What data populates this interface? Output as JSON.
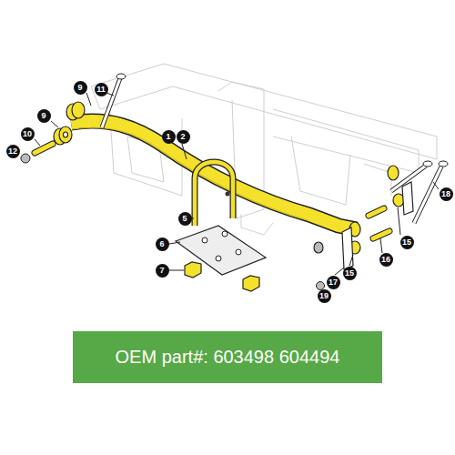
{
  "diagram": {
    "nodes": [
      {
        "text": [
          "OEM part#: 603498 604494"
        ]
      }
    ],
    "labels": [
      "11",
      "9",
      "9",
      "10",
      "12",
      "1",
      "2",
      "5",
      "6",
      "7",
      "18",
      "15",
      "16",
      "15",
      "17",
      "19"
    ]
  }
}
